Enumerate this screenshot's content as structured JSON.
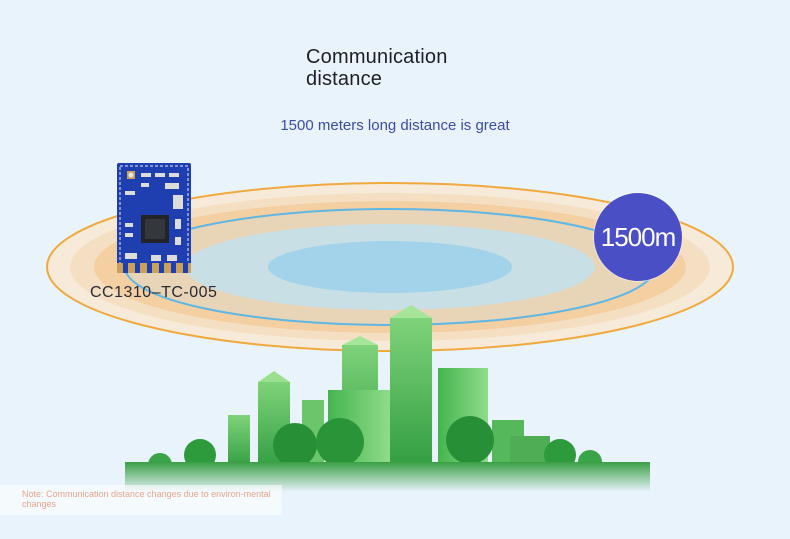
{
  "title": {
    "line1": "Communication",
    "line2": "distance"
  },
  "subtitle": "1500 meters long distance is great",
  "module_label": "CC1310–TC-005",
  "range_badge": "1500m",
  "note": "Note: Communication distance changes due to environ-mental changes",
  "colors": {
    "background": "#e9f3fb",
    "badge": "#4b4fc6",
    "subtitle": "#3c4ca8",
    "ring_orange": "#f0a93e",
    "ring_blue": "#5fb7e4",
    "building_green": "#3fae4a",
    "pcb_blue": "#1f3fb0"
  }
}
